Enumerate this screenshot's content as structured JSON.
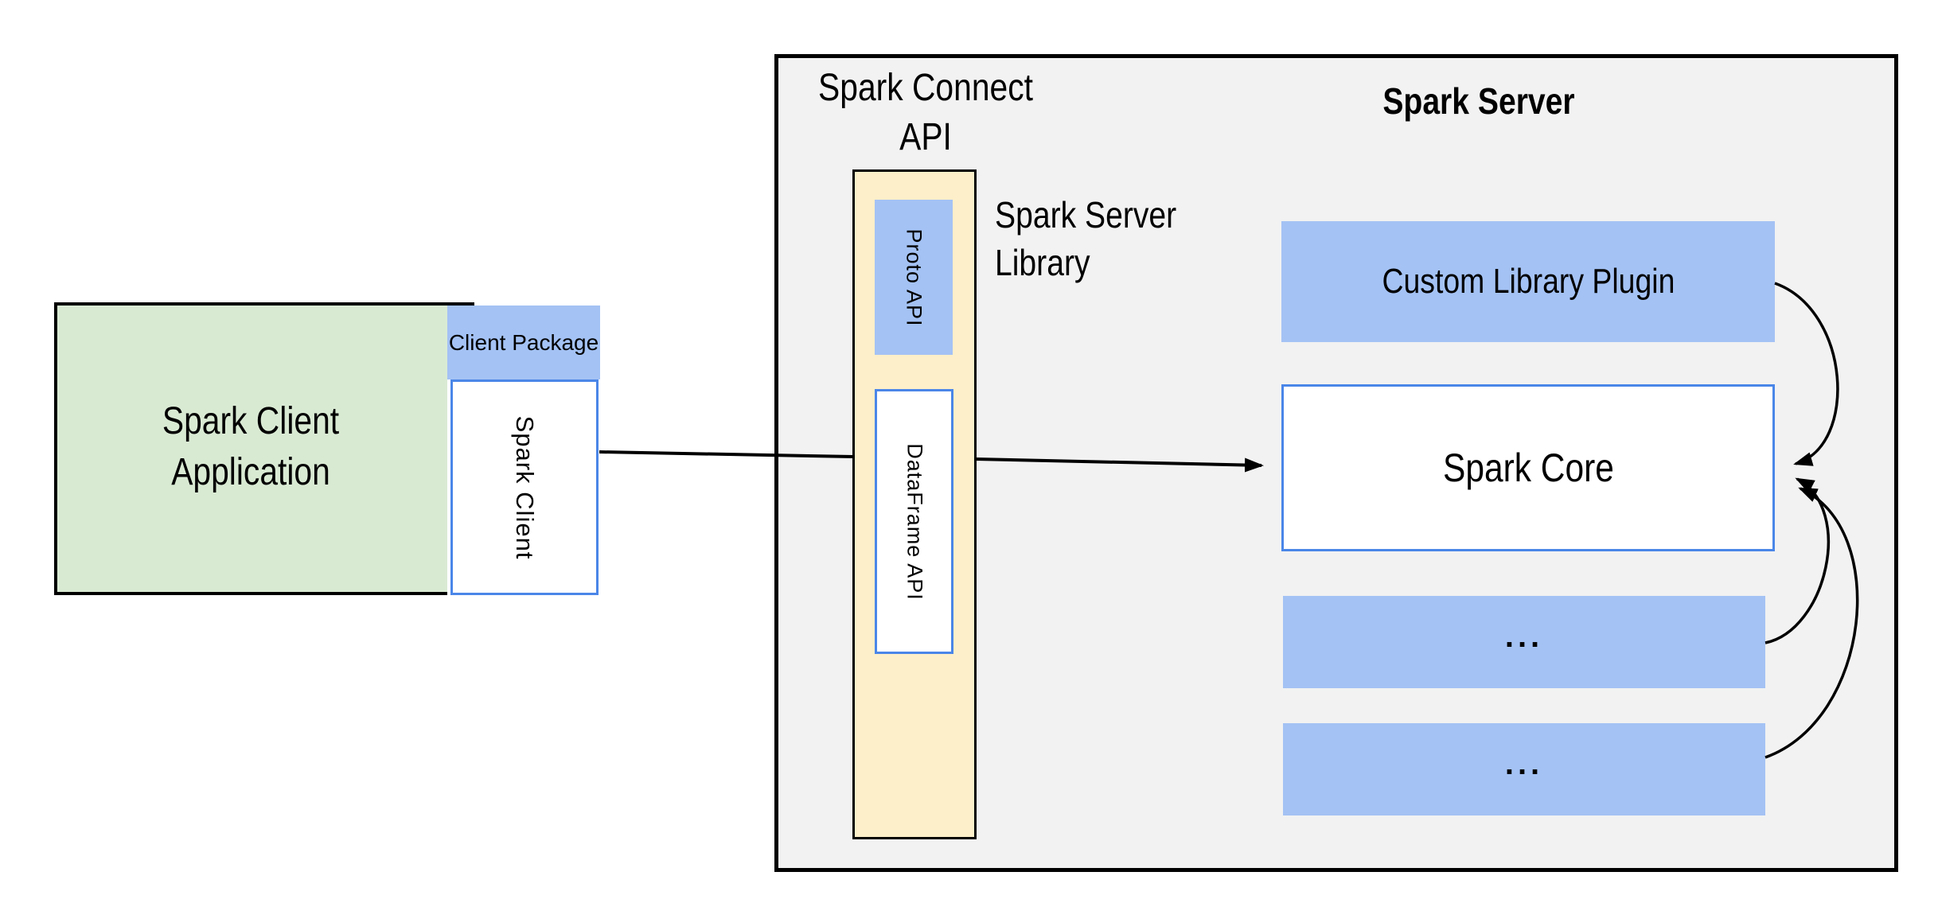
{
  "client": {
    "app_label": "Spark Client Application",
    "package_label": "Client Package",
    "spark_client_label": "Spark Client"
  },
  "connect": {
    "api_label": "Spark Connect API",
    "proto_label": "Proto API",
    "dataframe_label": "DataFrame API",
    "server_library_label": "Spark Server Library"
  },
  "server": {
    "title": "Spark Server",
    "plugin_label": "Custom Library Plugin",
    "core_label": "Spark Core",
    "ellipsis_1": "...",
    "ellipsis_2": "..."
  },
  "colors": {
    "green_fill": "#d9ead3",
    "blue_fill": "#a4c2f4",
    "blue_border": "#4a86e8",
    "yellow_fill": "#fdefc9",
    "gray_fill": "#f2f2f2",
    "line_color": "#000000"
  }
}
